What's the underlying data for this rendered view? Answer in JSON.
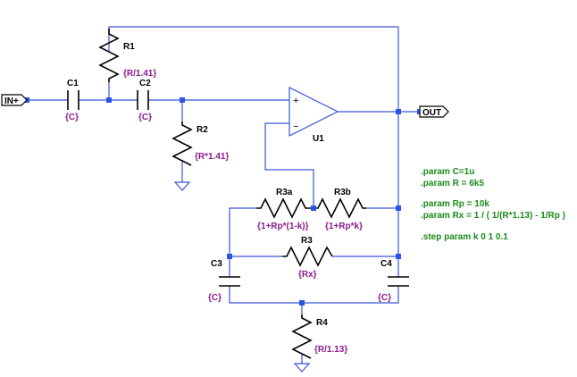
{
  "ports": {
    "input": "IN+",
    "output": "OUT"
  },
  "opamp": {
    "name": "U1",
    "plus": "+",
    "minus": "−"
  },
  "components": {
    "C1": {
      "name": "C1",
      "value": "{C}"
    },
    "C2": {
      "name": "C2",
      "value": "{C}"
    },
    "C3": {
      "name": "C3",
      "value": "{C}"
    },
    "C4": {
      "name": "C4",
      "value": "{C}"
    },
    "R1": {
      "name": "R1",
      "value": "{R/1.41}"
    },
    "R2": {
      "name": "R2",
      "value": "{R*1.41}"
    },
    "R3": {
      "name": "R3",
      "value": "{Rx}"
    },
    "R3a": {
      "name": "R3a",
      "value": "{1+Rp*(1-k)}"
    },
    "R3b": {
      "name": "R3b",
      "value": "{1+Rp*k}"
    },
    "R4": {
      "name": "R4",
      "value": "{R/1.13}"
    }
  },
  "directives": [
    ".param C=1u",
    ".param R = 6k5",
    ".param Rp = 10k",
    ".param Rx = 1 / ( 1/(R*1.13) - 1/Rp )",
    ".step param k 0 1 0.1"
  ],
  "colors": {
    "wire": "#3a55d6",
    "junction": "#2a55e6",
    "component": "#000000",
    "value_text": "#8a1a8a",
    "directive_text": "#1a8a1a"
  }
}
